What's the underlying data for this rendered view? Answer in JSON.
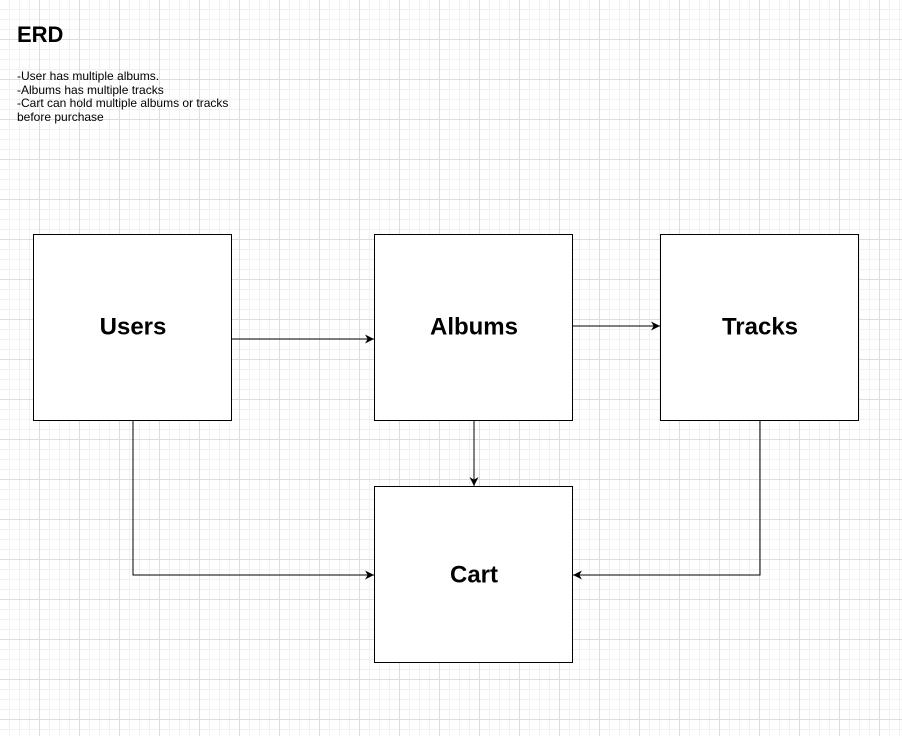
{
  "title": "ERD",
  "notes": [
    "-User has multiple albums.",
    "-Albums has multiple tracks",
    "-Cart can hold multiple albums or tracks before purchase"
  ],
  "entities": {
    "users": "Users",
    "albums": "Albums",
    "tracks": "Tracks",
    "cart": "Cart"
  },
  "relationships": [
    {
      "from": "Users",
      "to": "Albums"
    },
    {
      "from": "Albums",
      "to": "Tracks"
    },
    {
      "from": "Albums",
      "to": "Cart"
    },
    {
      "from": "Users",
      "to": "Cart"
    },
    {
      "from": "Tracks",
      "to": "Cart"
    }
  ]
}
